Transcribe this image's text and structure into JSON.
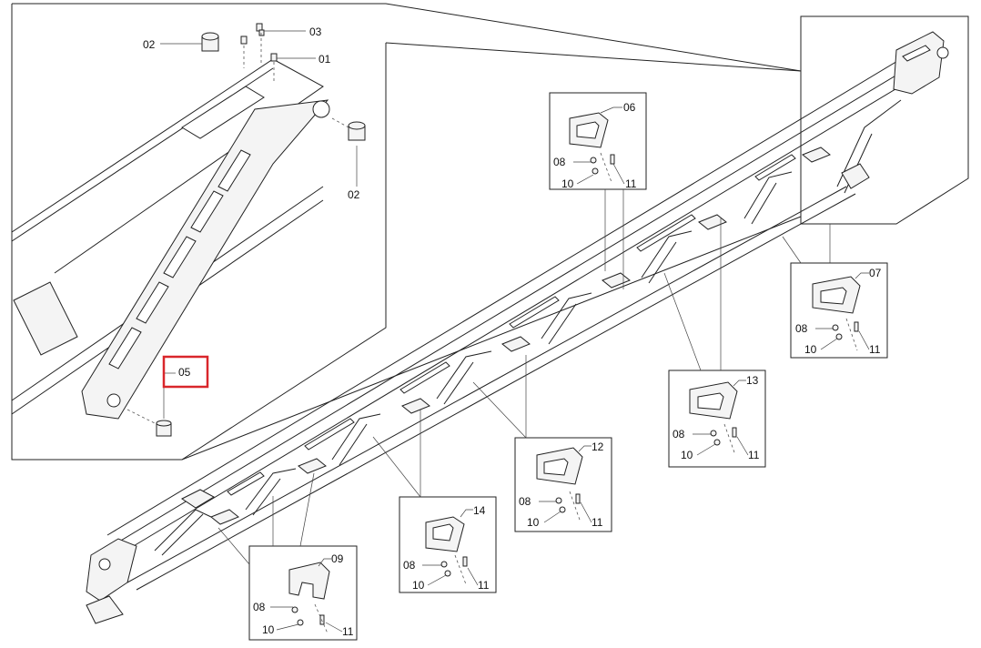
{
  "callouts": {
    "c01": "01",
    "c02a": "02",
    "c02b": "02",
    "c03": "03",
    "c05": "05",
    "c06": "06",
    "c07": "07",
    "c09": "09",
    "c12": "12",
    "c13": "13",
    "c14": "14"
  },
  "hardware": {
    "nut": "08",
    "washer": "10",
    "bolt": "11"
  },
  "highlight": {
    "color": "#d9262b",
    "target": "05"
  }
}
